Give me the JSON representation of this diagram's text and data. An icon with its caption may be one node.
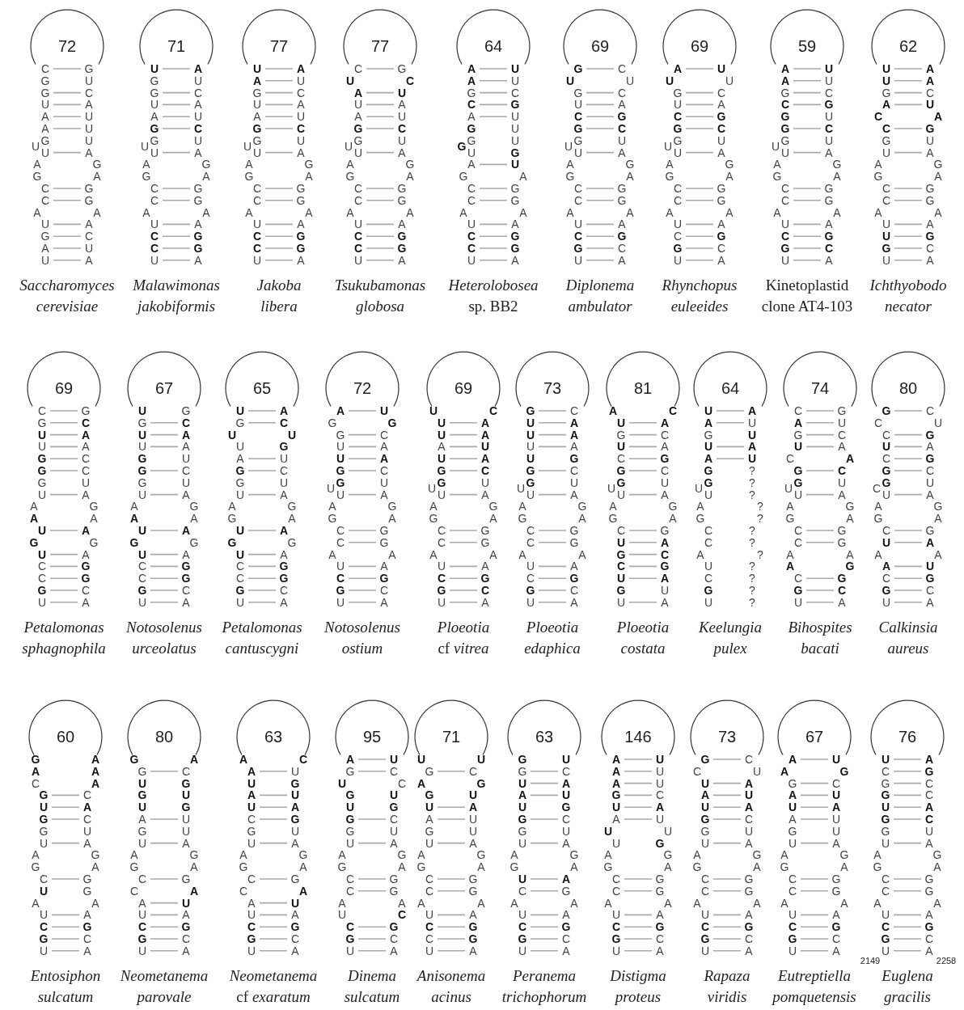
{
  "diagram": {
    "nodes": [
      {
        "text": [
          "72",
          "C",
          "G",
          "G",
          "U",
          "G",
          "C",
          "U",
          "A",
          "A",
          "U",
          "A",
          "U",
          "G",
          "U",
          "U",
          "A",
          "A",
          "G",
          "G",
          "A",
          "C",
          "G",
          "C",
          "G",
          "A",
          "A",
          "U",
          "A",
          "G",
          "C",
          "A",
          "U",
          "U",
          "A",
          "U"
        ],
        "beside": [
          "*Saccharomyces cerevisiae*"
        ]
      },
      {
        "text": [
          "71",
          "**U**",
          "**A**",
          "G",
          "U",
          "G",
          "C",
          "U",
          "A",
          "A",
          "U",
          "**G**",
          "**C**",
          "G",
          "U",
          "U",
          "A",
          "A",
          "G",
          "G",
          "A",
          "C",
          "G",
          "C",
          "G",
          "A",
          "A",
          "U",
          "A",
          "**C**",
          "**G**",
          "**C**",
          "**G**",
          "U",
          "A",
          "U"
        ],
        "beside": [
          "*Malawimonas jakobiformis*"
        ]
      },
      {
        "text": [
          "77",
          "**U**",
          "**A**",
          "**A**",
          "U",
          "G",
          "C",
          "U",
          "A",
          "A",
          "U",
          "**G**",
          "**C**",
          "G",
          "U",
          "U",
          "A",
          "A",
          "G",
          "G",
          "A",
          "C",
          "G",
          "C",
          "G",
          "A",
          "A",
          "U",
          "A",
          "**C**",
          "**G**",
          "**C**",
          "**G**",
          "U",
          "A",
          "U"
        ],
        "beside": [
          "*Jakoba libera*"
        ]
      },
      {
        "text": [
          "77",
          "C",
          "G",
          "**U**",
          "**C**",
          "**A**",
          "**U**",
          "U",
          "A",
          "A",
          "U",
          "**G**",
          "**C**",
          "G",
          "U",
          "U",
          "A",
          "A",
          "G",
          "G",
          "A",
          "C",
          "G",
          "C",
          "G",
          "A",
          "A",
          "U",
          "A",
          "**C**",
          "**G**",
          "**C**",
          "**G**",
          "U",
          "A",
          "U"
        ],
        "beside": [
          "*Tsukubamonas globosa*"
        ]
      },
      {
        "text": [
          "64",
          "**A**",
          "**U**",
          "**A**",
          "U",
          "G",
          "C",
          "**C**",
          "**G**",
          "A",
          "U",
          "**G**",
          "U",
          "G",
          "U",
          "U",
          "**G**",
          "A",
          "**U**",
          "G",
          "A",
          "C",
          "G",
          "C",
          "G",
          "A",
          "A",
          "U",
          "A",
          "**C**",
          "**G**",
          "**C**",
          "**G**",
          "U",
          "A",
          "**G**"
        ],
        "beside": [
          "*Heterolobosea* sp. BB2"
        ]
      },
      {
        "text": [
          "69",
          "**G**",
          "C",
          "**U**",
          "U",
          "G",
          "C",
          "U",
          "A",
          "**C**",
          "**G**",
          "**G**",
          "**C**",
          "G",
          "U",
          "U",
          "A",
          "A",
          "G",
          "G",
          "A",
          "C",
          "G",
          "C",
          "G",
          "A",
          "A",
          "U",
          "A",
          "**C**",
          "**G**",
          "**G**",
          "C",
          "U",
          "A",
          "U"
        ],
        "beside": [
          "*Diplonema ambulator*"
        ]
      },
      {
        "text": [
          "69",
          "**A**",
          "**U**",
          "**U**",
          "U",
          "G",
          "C",
          "U",
          "A",
          "**C**",
          "**G**",
          "**G**",
          "**C**",
          "G",
          "U",
          "U",
          "A",
          "A",
          "G",
          "G",
          "A",
          "C",
          "G",
          "C",
          "G",
          "A",
          "A",
          "U",
          "A",
          "C",
          "**G**",
          "**G**",
          "C",
          "U",
          "A",
          "U"
        ],
        "beside": [
          "*Rhynchopus euleeides*"
        ]
      },
      {
        "text": [
          "59",
          "**A**",
          "**U**",
          "**A**",
          "U",
          "G",
          "C",
          "**C**",
          "**G**",
          "**G**",
          "U",
          "**G**",
          "**C**",
          "G",
          "U",
          "U",
          "A",
          "A",
          "G",
          "G",
          "A",
          "C",
          "G",
          "C",
          "G",
          "A",
          "A",
          "U",
          "A",
          "**C**",
          "**G**",
          "**G**",
          "**C**",
          "U",
          "A",
          "U"
        ],
        "beside": [
          "Kinetoplastid clone AT4-103"
        ]
      },
      {
        "text": [
          "62",
          "**U**",
          "**A**",
          "**U**",
          "**A**",
          "G",
          "C",
          "**A**",
          "**U**",
          "**C**",
          "**A**",
          "**C**",
          "**G**",
          "G",
          "U",
          "U",
          "A",
          "A",
          "G",
          "G",
          "A",
          "C",
          "G",
          "C",
          "G",
          "A",
          "A",
          "U",
          "A",
          "**U**",
          "**G**",
          "**G**",
          "C",
          "U",
          "A"
        ],
        "beside": [
          "*Ichthyobodo necator*"
        ]
      },
      {
        "text": [
          "69",
          "C",
          "G",
          "G",
          "**C**",
          "**U**",
          "**A**",
          "U",
          "A",
          "**G**",
          "C",
          "**G**",
          "C",
          "G",
          "U",
          "U",
          "A",
          "A",
          "G",
          "**A**",
          "A",
          "**U**",
          "**A**",
          "**G**",
          "G",
          "**U**",
          "A",
          "C",
          "**G**",
          "C",
          "**G**",
          "**G**",
          "C",
          "U",
          "A"
        ],
        "beside": [
          "*Petalomonas sphagnophila*"
        ]
      },
      {
        "text": [
          "67",
          "**U**",
          "G",
          "G",
          "**C**",
          "**U**",
          "**A**",
          "U",
          "A",
          "**G**",
          "U",
          "**G**",
          "C",
          "G",
          "U",
          "U",
          "A",
          "A",
          "G",
          "**A**",
          "A",
          "**U**",
          "**A**",
          "**G**",
          "G",
          "**U**",
          "A",
          "C",
          "**G**",
          "C",
          "**G**",
          "**G**",
          "C",
          "U",
          "A"
        ],
        "beside": [
          "*Notosolenus urceolatus*"
        ]
      },
      {
        "text": [
          "65",
          "**U**",
          "**A**",
          "G",
          "**C**",
          "**U**",
          "**U**",
          "U",
          "**G**",
          "A",
          "U",
          "**G**",
          "C",
          "G",
          "U",
          "U",
          "A",
          "A",
          "G",
          "G",
          "A",
          "**U**",
          "**A**",
          "**G**",
          "G",
          "**U**",
          "A",
          "C",
          "**G**",
          "C",
          "**G**",
          "**G**",
          "C",
          "U",
          "A"
        ],
        "beside": [
          "*Petalomonas cantuscygni*"
        ]
      },
      {
        "text": [
          "72",
          "**A**",
          "**U**",
          "G",
          "**G**",
          "G",
          "C",
          "U",
          "A",
          "**U**",
          "**A**",
          "**G**",
          "C",
          "**G**",
          "U",
          "U",
          "A",
          "A",
          "G",
          "G",
          "A",
          "C",
          "G",
          "C",
          "G",
          "A",
          "A",
          "U",
          "A",
          "**C**",
          "**G**",
          "**G**",
          "C",
          "U",
          "A",
          "U"
        ],
        "beside": [
          "*Notosolenus ostium*"
        ]
      },
      {
        "text": [
          "69",
          "**U**",
          "**C**",
          "**U**",
          "**A**",
          "**U**",
          "**A**",
          "A",
          "**U**",
          "**U**",
          "**A**",
          "**G**",
          "**C**",
          "**G**",
          "U",
          "U",
          "A",
          "A",
          "G",
          "G",
          "A",
          "C",
          "G",
          "C",
          "G",
          "A",
          "A",
          "U",
          "A",
          "**C**",
          "**G**",
          "**G**",
          "**C**",
          "U",
          "A",
          "U"
        ],
        "beside": [
          "*Ploeotia* cf *vitrea*"
        ]
      },
      {
        "text": [
          "73",
          "**G**",
          "C",
          "**U**",
          "**A**",
          "**U**",
          "**A**",
          "U",
          "A",
          "**U**",
          "**G**",
          "**G**",
          "C",
          "**G**",
          "U",
          "U",
          "A",
          "A",
          "G",
          "G",
          "A",
          "C",
          "G",
          "C",
          "G",
          "A",
          "A",
          "U",
          "A",
          "C",
          "**G**",
          "**G**",
          "C",
          "U",
          "A",
          "U"
        ],
        "beside": [
          "*Ploeotia edaphica*"
        ]
      },
      {
        "text": [
          "81",
          "**A**",
          "**C**",
          "**U**",
          "**A**",
          "G",
          "C",
          "**U**",
          "A",
          "C",
          "**G**",
          "**G**",
          "C",
          "**G**",
          "U",
          "U",
          "A",
          "A",
          "G",
          "G",
          "A",
          "C",
          "G",
          "**U**",
          "**A**",
          "**G**",
          "**C**",
          "**C**",
          "**G**",
          "**U**",
          "**A**",
          "**G**",
          "U",
          "U",
          "A",
          "U"
        ],
        "beside": [
          "*Ploeotia costata*"
        ]
      },
      {
        "text": [
          "64",
          "**U**",
          "**A**",
          "**A**",
          "U",
          "G",
          "**U**",
          "**U**",
          "**A**",
          "**A**",
          "**U**",
          "**G**",
          "?",
          "**G**",
          "?",
          "U",
          "?",
          "A",
          "?",
          "G",
          "?",
          "C",
          "?",
          "C",
          "?",
          "A",
          "?",
          "U",
          "?",
          "C",
          "?",
          "**G**",
          "?",
          "U",
          "?",
          "U"
        ],
        "beside": [
          "*Keelungia pulex*"
        ]
      },
      {
        "text": [
          "74",
          "C",
          "G",
          "**A**",
          "U",
          "G",
          "C",
          "**U**",
          "A",
          "C",
          "**A**",
          "**G**",
          "**C**",
          "**G**",
          "U",
          "U",
          "A",
          "A",
          "G",
          "G",
          "A",
          "C",
          "G",
          "C",
          "G",
          "A",
          "A",
          "**A**",
          "**G**",
          "C",
          "**G**",
          "**G**",
          "**C**",
          "U",
          "A",
          "U"
        ],
        "beside": [
          "*Bihospites bacati*"
        ]
      },
      {
        "text": [
          "80",
          "**G**",
          "C",
          "C",
          "U",
          "C",
          "**G**",
          "**U**",
          "A",
          "C",
          "**G**",
          "**G**",
          "C",
          "**G**",
          "U",
          "U",
          "A",
          "A",
          "G",
          "G",
          "A",
          "C",
          "G",
          "**U**",
          "**A**",
          "A",
          "A",
          "**A**",
          "**U**",
          "C",
          "**G**",
          "**G**",
          "C",
          "U",
          "A",
          "C"
        ],
        "beside": [
          "*Calkinsia aureus*"
        ]
      },
      {
        "text": [
          "60",
          "**G**",
          "**A**",
          "**A**",
          "**A**",
          "C",
          "**A**",
          "**G**",
          "C",
          "**U**",
          "**A**",
          "**G**",
          "C",
          "G",
          "U",
          "U",
          "A",
          "A",
          "G",
          "G",
          "A",
          "C",
          "G",
          "**U**",
          "G",
          "A",
          "A",
          "U",
          "A",
          "**C**",
          "**G**",
          "**G**",
          "C",
          "U",
          "A"
        ],
        "beside": [
          "*Entosiphon sulcatum*"
        ]
      },
      {
        "text": [
          "80",
          "**G**",
          "**A**",
          "G",
          "C",
          "**U**",
          "**G**",
          "**G**",
          "**U**",
          "**U**",
          "**G**",
          "A",
          "U",
          "G",
          "U",
          "U",
          "A",
          "A",
          "G",
          "G",
          "A",
          "C",
          "G",
          "C",
          "**A**",
          "A",
          "**U**",
          "U",
          "A",
          "**C**",
          "**G**",
          "**G**",
          "C",
          "U",
          "A"
        ],
        "beside": [
          "*Neometanema parovale*"
        ]
      },
      {
        "text": [
          "63",
          "**A**",
          "**C**",
          "**A**",
          "U",
          "**U**",
          "**G**",
          "**A**",
          "**U**",
          "**U**",
          "**A**",
          "C",
          "**G**",
          "G",
          "U",
          "U",
          "A",
          "A",
          "G",
          "G",
          "A",
          "C",
          "G",
          "C",
          "**A**",
          "A",
          "**U**",
          "U",
          "A",
          "**C**",
          "**G**",
          "**G**",
          "C",
          "U",
          "A"
        ],
        "beside": [
          "*Neometanema* cf *exaratum*"
        ]
      },
      {
        "text": [
          "95",
          "**A**",
          "**U**",
          "G",
          "C",
          "**U**",
          "C",
          "**G**",
          "**U**",
          "**U**",
          "**G**",
          "**G**",
          "C",
          "G",
          "U",
          "U",
          "A",
          "A",
          "G",
          "G",
          "A",
          "C",
          "G",
          "C",
          "G",
          "A",
          "A",
          "U",
          "**C**",
          "**C**",
          "**G**",
          "**G**",
          "C",
          "U",
          "A"
        ],
        "beside": [
          "*Dinema sulcatum*"
        ]
      },
      {
        "text": [
          "71",
          "**U**",
          "**U**",
          "G",
          "C",
          "**A**",
          "**G**",
          "**G**",
          "**U**",
          "**U**",
          "**A**",
          "A",
          "U",
          "G",
          "U",
          "U",
          "A",
          "A",
          "G",
          "G",
          "A",
          "C",
          "G",
          "C",
          "G",
          "A",
          "A",
          "U",
          "A",
          "**C**",
          "**G**",
          "C",
          "**G**",
          "U",
          "A"
        ],
        "beside": [
          "*Anisonema acinus*"
        ]
      },
      {
        "text": [
          "63",
          "**G**",
          "**U**",
          "G",
          "C",
          "**U**",
          "**A**",
          "**A**",
          "**U**",
          "**U**",
          "**G**",
          "**G**",
          "C",
          "G",
          "U",
          "U",
          "A",
          "A",
          "G",
          "G",
          "A",
          "**U**",
          "**A**",
          "C",
          "G",
          "A",
          "A",
          "U",
          "A",
          "**C**",
          "**G**",
          "**G**",
          "C",
          "U",
          "A"
        ],
        "beside": [
          "*Peranema trichophorum*"
        ]
      },
      {
        "text": [
          "146",
          "**A**",
          "**U**",
          "**A**",
          "U",
          "**A**",
          "U",
          "**G**",
          "C",
          "**U**",
          "**A**",
          "A",
          "U",
          "**U**",
          "U",
          "U",
          "**G**",
          "A",
          "G",
          "G",
          "A",
          "C",
          "G",
          "C",
          "G",
          "A",
          "A",
          "U",
          "A",
          "**C**",
          "**G**",
          "**G**",
          "C",
          "U",
          "A"
        ],
        "beside": [
          "*Distigma proteus*"
        ]
      },
      {
        "text": [
          "73",
          "**G**",
          "C",
          "C",
          "U",
          "**U**",
          "**A**",
          "**A**",
          "**U**",
          "**U**",
          "**A**",
          "**G**",
          "C",
          "G",
          "U",
          "U",
          "A",
          "A",
          "G",
          "G",
          "A",
          "C",
          "G",
          "C",
          "G",
          "A",
          "A",
          "U",
          "A",
          "**C**",
          "**G**",
          "**G**",
          "C",
          "U",
          "A"
        ],
        "beside": [
          "*Rapaza viridis*"
        ]
      },
      {
        "text": [
          "67",
          "**A**",
          "**U**",
          "**A**",
          "**G**",
          "G",
          "C",
          "**A**",
          "**U**",
          "**U**",
          "**A**",
          "A",
          "U",
          "G",
          "U",
          "U",
          "A",
          "A",
          "G",
          "G",
          "A",
          "C",
          "G",
          "C",
          "G",
          "A",
          "A",
          "U",
          "A",
          "**C**",
          "**G**",
          "**G**",
          "C",
          "U",
          "A"
        ],
        "beside": [
          "*Eutreptiella pomquetensis*"
        ]
      },
      {
        "text": [
          "76",
          "**U**",
          "**A**",
          "C",
          "**G**",
          "G",
          "C",
          "**G**",
          "C",
          "**U**",
          "**A**",
          "**G**",
          "**C**",
          "G",
          "U",
          "U",
          "A",
          "A",
          "G",
          "G",
          "A",
          "C",
          "G",
          "C",
          "G",
          "A",
          "A",
          "U",
          "A",
          "**C**",
          "**G**",
          "**G**",
          "C",
          "U",
          "A"
        ],
        "beside": [
          "*Euglena gracilis*"
        ]
      }
    ],
    "labels": [
      "2149",
      "2258"
    ]
  }
}
